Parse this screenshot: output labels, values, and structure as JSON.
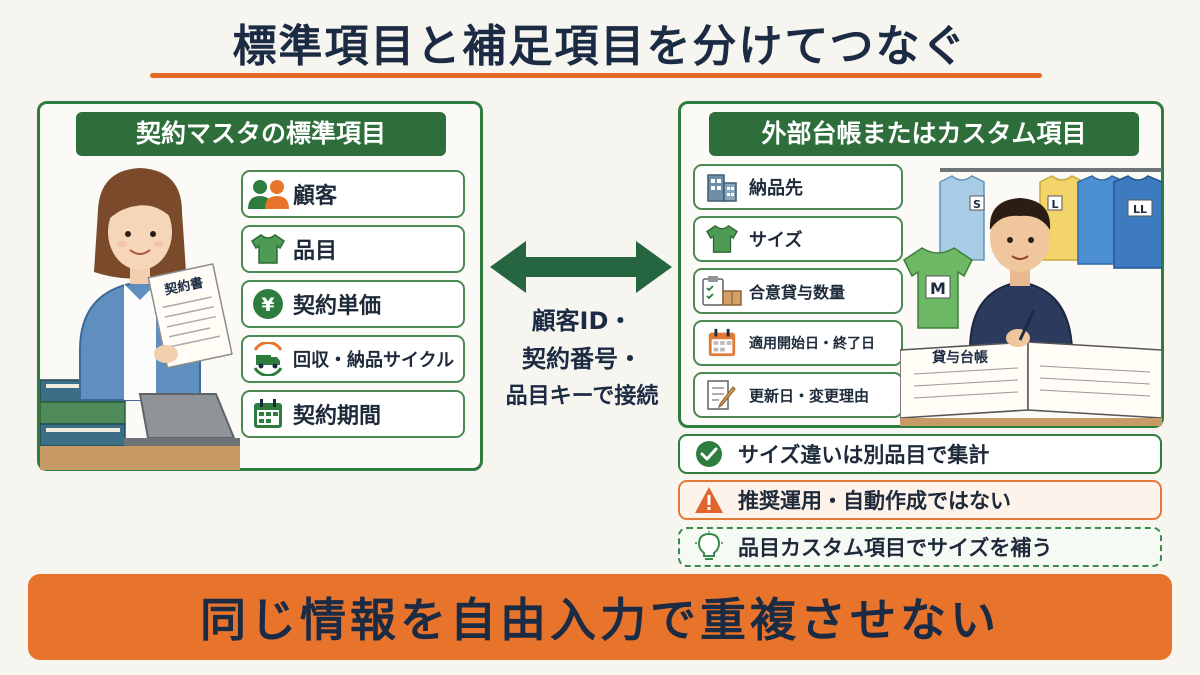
{
  "title": "標準項目と補足項目を分けてつなぐ",
  "left_panel": {
    "heading": "契約マスタの標準項目",
    "document_label": "契約書",
    "fields": [
      {
        "label": "顧客",
        "icon": "people-icon"
      },
      {
        "label": "品目",
        "icon": "tshirt-icon"
      },
      {
        "label": "契約単価",
        "icon": "yen-coin-icon"
      },
      {
        "label": "回収・納品サイクル",
        "icon": "delivery-cycle-icon"
      },
      {
        "label": "契約期間",
        "icon": "calendar-icon"
      }
    ]
  },
  "connector": {
    "line1": "顧客ID・",
    "line2": "契約番号・",
    "line3": "品目キーで接続"
  },
  "right_panel": {
    "heading": "外部台帳またはカスタム項目",
    "ledger_label": "貸与台帳",
    "size_tags": [
      "S",
      "L",
      "LL"
    ],
    "shirt_tag": "M",
    "fields": [
      {
        "label": "納品先",
        "icon": "building-icon"
      },
      {
        "label": "サイズ",
        "icon": "tshirt-icon"
      },
      {
        "label": "合意貸与数量",
        "icon": "clipboard-box-icon"
      },
      {
        "label": "適用開始日・終了日",
        "icon": "calendar-icon"
      },
      {
        "label": "更新日・変更理由",
        "icon": "document-edit-icon"
      }
    ]
  },
  "notes": [
    {
      "label": "サイズ違いは別品目で集計",
      "icon": "check-circle-icon"
    },
    {
      "label": "推奨運用・自動作成ではない",
      "icon": "warning-icon"
    },
    {
      "label": "品目カスタム項目でサイズを補う",
      "icon": "lightbulb-icon"
    }
  ],
  "banner": "同じ情報を自由入力で重複させない",
  "colors": {
    "green": "#2d6e3b",
    "orange": "#e8742c",
    "navy": "#1c2b44",
    "background": "#f7f5f0"
  }
}
